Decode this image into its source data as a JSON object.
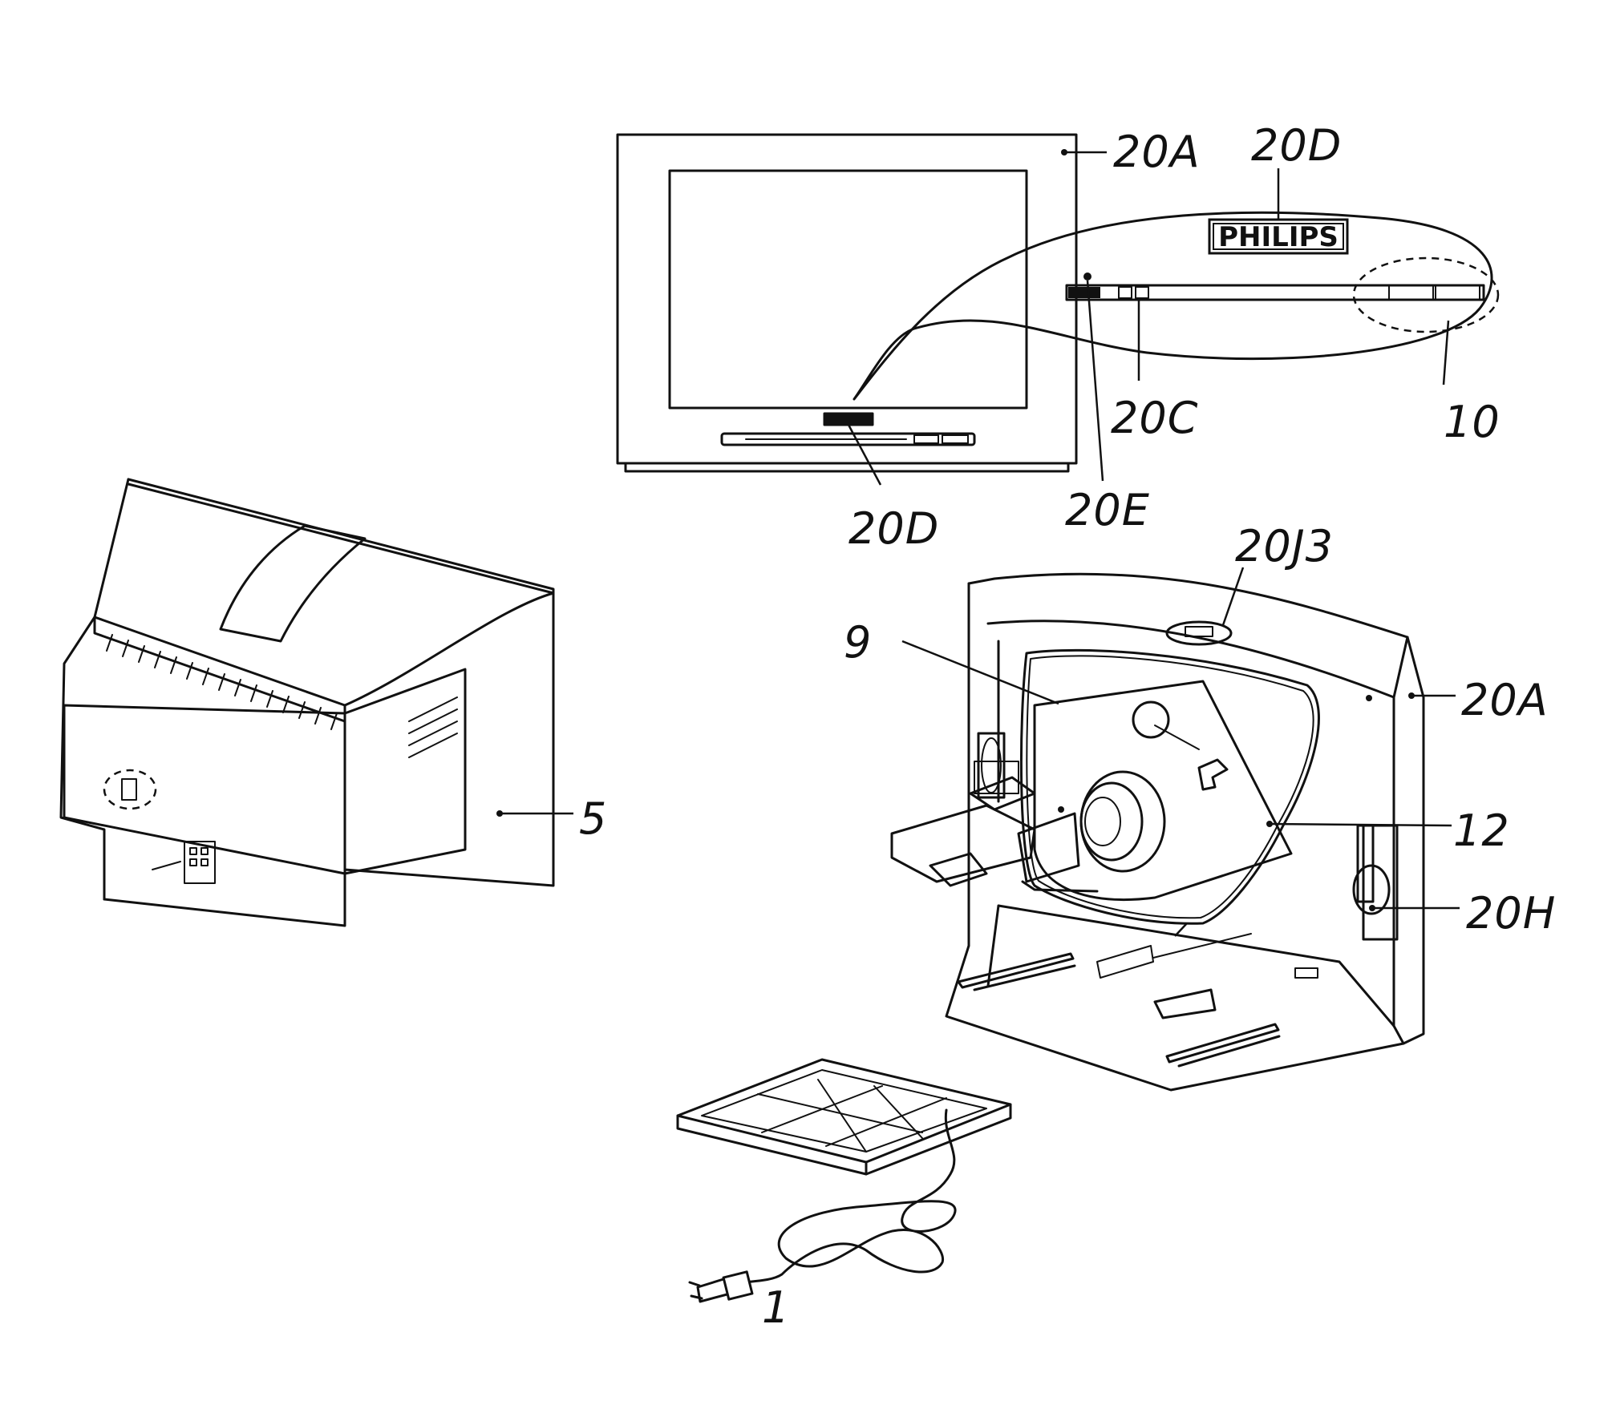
{
  "callouts": {
    "c20A_top": "20A",
    "c20D_top": "20D",
    "c20C": "20C",
    "c10": "10",
    "c20D_bottom": "20D",
    "c20E": "20E",
    "c20J3": "20J3",
    "c9": "9",
    "c20A_right": "20A",
    "c5": "5",
    "c12": "12",
    "c20H": "20H",
    "c1": "1"
  },
  "brand_logo_text": "PHILIPS"
}
